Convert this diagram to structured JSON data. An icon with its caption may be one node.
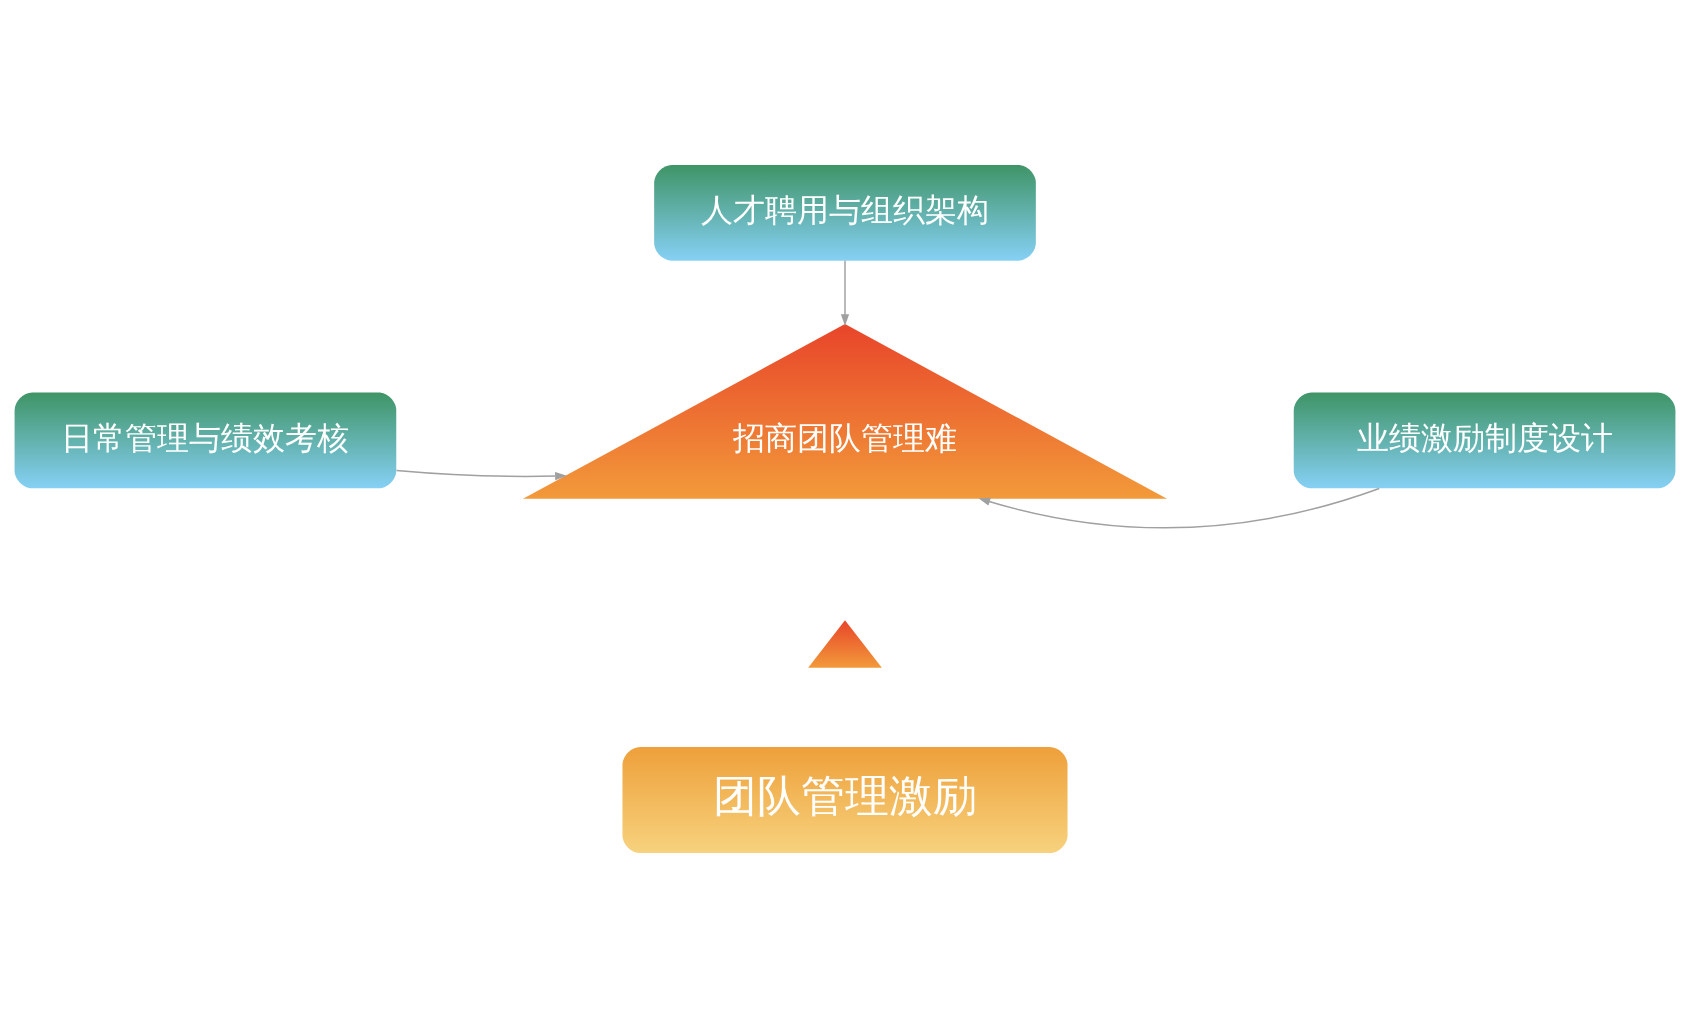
{
  "diagram": {
    "nodes": [
      {
        "text": [
          "人才聘用与组织架构"
        ]
      },
      {
        "text": [
          "招商团队管理难"
        ]
      },
      {
        "text": [
          "日常管理与绩效考核"
        ]
      },
      {
        "text": [
          "业绩激励制度设计"
        ]
      },
      {
        "text": [],
        "shape": "triangle"
      },
      {
        "text": [
          "团队管理激励"
        ]
      }
    ],
    "edges": [
      {
        "from": 0,
        "to": 1,
        "arrow": "to"
      },
      {
        "from": 2,
        "to": 1,
        "arrow": "to"
      },
      {
        "from": 3,
        "to": 1,
        "arrow": "to"
      }
    ]
  }
}
